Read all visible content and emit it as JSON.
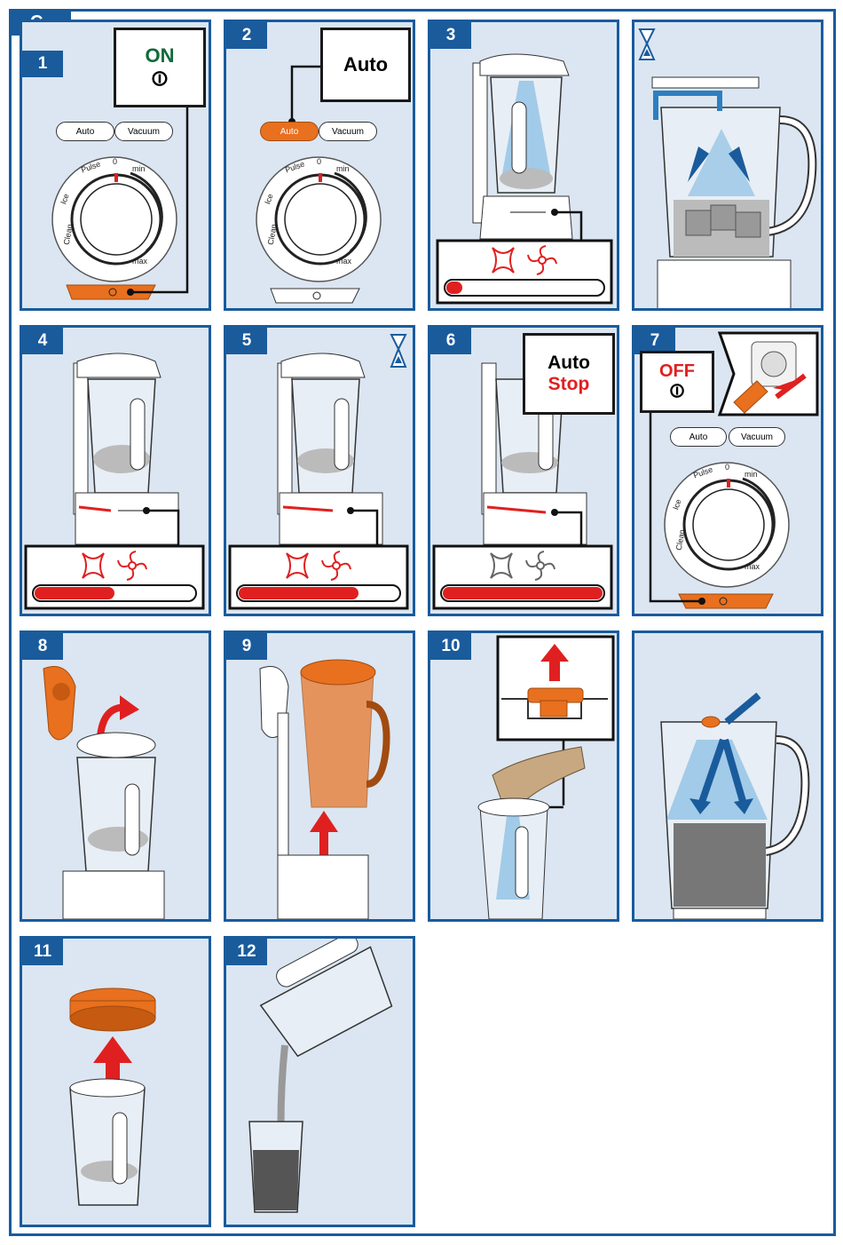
{
  "section": "C",
  "steps": {
    "s1": "1",
    "s2": "2",
    "s3": "3",
    "s4": "4",
    "s5": "5",
    "s6": "6",
    "s7": "7",
    "s8": "8",
    "s9": "9",
    "s10": "10",
    "s11": "11",
    "s12": "12"
  },
  "callouts": {
    "on_label": "ON",
    "power_symbol": "⏼",
    "auto_label": "Auto",
    "auto_stop_line1": "Auto",
    "auto_stop_line2": "Stop",
    "off_label": "OFF"
  },
  "control_panel": {
    "auto": "Auto",
    "vacuum": "Vacuum",
    "pulse": "Pulse",
    "zero": "0",
    "min": "min",
    "max": "max",
    "ice": "Ice",
    "clean": "Clean"
  },
  "progress": {
    "step3": 0.1,
    "step4": 0.5,
    "step5": 0.75,
    "step6": 1.0
  },
  "colors": {
    "panel_bg": "#dbe6f2",
    "frame_blue": "#1a5b9c",
    "accent_orange": "#e8701e",
    "alert_red": "#e02020",
    "on_green": "#0f6b3a"
  },
  "icons": [
    "hourglass-icon",
    "power-icon",
    "vacuum-icon",
    "blade-icon",
    "plug-icon",
    "arrow-up-icon"
  ]
}
